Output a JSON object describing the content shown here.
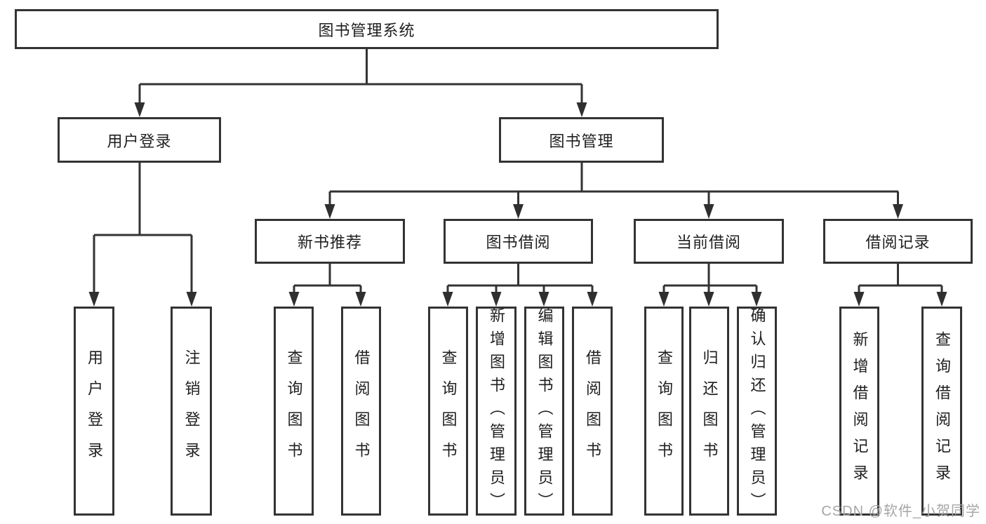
{
  "title": "图书管理系统",
  "watermark": "CSDN @软件_小贺同学",
  "nodes": {
    "user_login": "用户登录",
    "book_management": "图书管理",
    "new_book_recommend": "新书推荐",
    "book_borrowing": "图书借阅",
    "current_borrowing": "当前借阅",
    "borrowing_records": "借阅记录"
  },
  "leaves": {
    "user_login": "用户登录",
    "logout": "注销登录",
    "recommend_query_books": "查询图书",
    "recommend_borrow_books": "借阅图书",
    "borrowing_query_books": "查询图书",
    "borrowing_add_books": "新增图书（管理员）",
    "borrowing_edit_books": "编辑图书（管理员）",
    "borrowing_borrow_books": "借阅图书",
    "current_query_books": "查询图书",
    "current_return_books": "归还图书",
    "current_confirm_return": "确认归还（管理员）",
    "records_add_record": "新增借阅记录",
    "records_query_record": "查询借阅记录"
  }
}
